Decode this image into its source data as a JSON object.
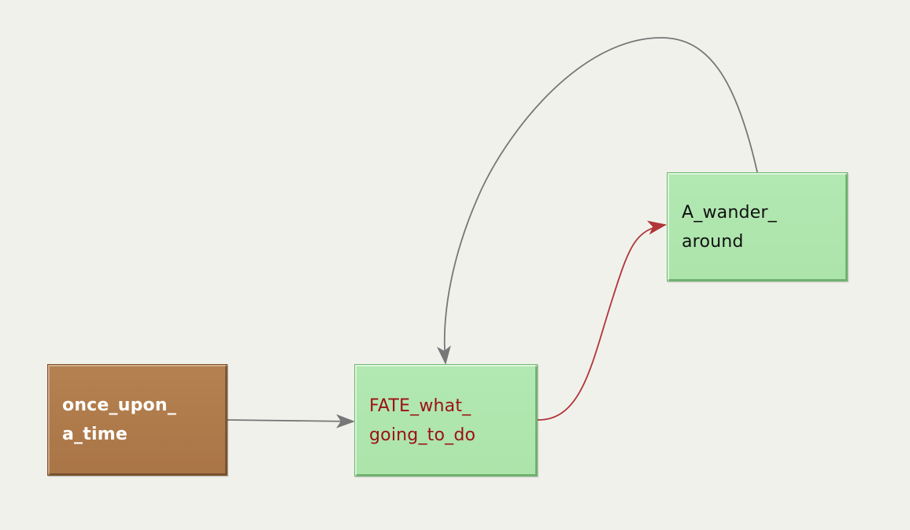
{
  "colors": {
    "background": "#f1f1ec",
    "start_node_fill": "#ad7848",
    "state_node_fill": "#aee6ac",
    "start_node_text": "#ffffff",
    "active_node_text": "#9c1014",
    "state_node_text": "#111111",
    "edge_default": "#777777",
    "edge_active": "#b03638"
  },
  "nodes": {
    "once_upon": {
      "line1": "once_upon_",
      "line2": "a_time",
      "kind": "start"
    },
    "fate": {
      "line1": "FATE_what_",
      "line2": "going_to_do",
      "kind": "state",
      "active": true
    },
    "wander": {
      "line1": "A_wander_",
      "line2": "around",
      "kind": "state"
    }
  },
  "edges": [
    {
      "from": "once_upon",
      "to": "fate",
      "color": "edge_default"
    },
    {
      "from": "fate",
      "to": "wander",
      "color": "edge_active"
    },
    {
      "from": "wander",
      "to": "fate",
      "color": "edge_default"
    }
  ]
}
